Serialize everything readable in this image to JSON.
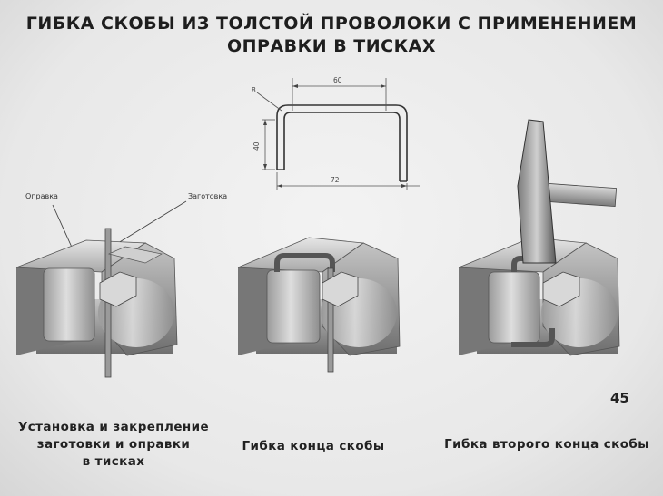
{
  "title": {
    "line1": "ГИБКА СКОБЫ ИЗ ТОЛСТОЙ ПРОВОЛОКИ С ПРИМЕНЕНИЕМ",
    "line2": "ОПРАВКИ В ТИСКАХ"
  },
  "drawing": {
    "dim_thickness": "8",
    "dim_inner_width": "60",
    "dim_height": "40",
    "dim_outer_width": "72"
  },
  "labels": {
    "mandrel": "Оправка",
    "blank": "Заготовка"
  },
  "steps": [
    {
      "lines": [
        "Установка и закрепление",
        "заготовки и оправки",
        "в тисках"
      ]
    },
    {
      "lines": [
        "Гибка конца скобы"
      ]
    },
    {
      "lines": [
        "Гибка второго конца скобы"
      ]
    }
  ],
  "page_number": "45",
  "colors": {
    "ink": "#222222",
    "paper": "#ececec",
    "metal": "#b8b8b8"
  }
}
